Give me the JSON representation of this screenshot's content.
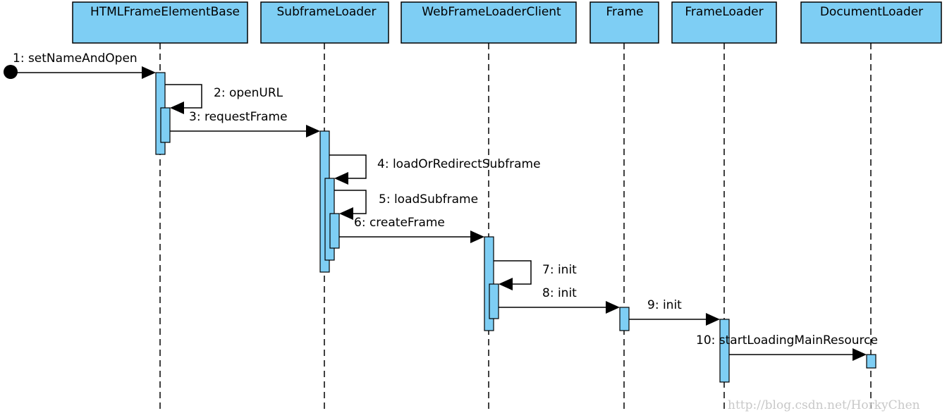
{
  "colors": {
    "box_fill": "#7ecef4",
    "activation_fill": "#7ecef4",
    "stroke": "#000000",
    "watermark": "#c8c8c8"
  },
  "participants": [
    {
      "id": "htmlframeelementbase",
      "name": "HTMLFrameElementBase"
    },
    {
      "id": "subframeloader",
      "name": "SubframeLoader"
    },
    {
      "id": "webframeloaderclient",
      "name": "WebFrameLoaderClient"
    },
    {
      "id": "frame",
      "name": "Frame"
    },
    {
      "id": "frameloader",
      "name": "FrameLoader"
    },
    {
      "id": "documentloader",
      "name": "DocumentLoader"
    }
  ],
  "messages": [
    {
      "label": "1: setNameAndOpen",
      "from": "",
      "to": "htmlframeelementbase",
      "kind": "found"
    },
    {
      "label": "2: openURL",
      "from": "htmlframeelementbase",
      "to": "htmlframeelementbase",
      "kind": "self"
    },
    {
      "label": "3: requestFrame",
      "from": "htmlframeelementbase",
      "to": "subframeloader",
      "kind": "call"
    },
    {
      "label": "4: loadOrRedirectSubframe",
      "from": "subframeloader",
      "to": "subframeloader",
      "kind": "self"
    },
    {
      "label": "5: loadSubframe",
      "from": "subframeloader",
      "to": "subframeloader",
      "kind": "self"
    },
    {
      "label": "6: createFrame",
      "from": "subframeloader",
      "to": "webframeloaderclient",
      "kind": "call"
    },
    {
      "label": "7: init",
      "from": "webframeloaderclient",
      "to": "webframeloaderclient",
      "kind": "self"
    },
    {
      "label": "8: init",
      "from": "webframeloaderclient",
      "to": "frame",
      "kind": "call"
    },
    {
      "label": "9: init",
      "from": "frame",
      "to": "frameloader",
      "kind": "call"
    },
    {
      "label": "10: startLoadingMainResource",
      "from": "frameloader",
      "to": "documentloader",
      "kind": "call"
    }
  ],
  "watermark": "http://blog.csdn.net/HorkyChen"
}
